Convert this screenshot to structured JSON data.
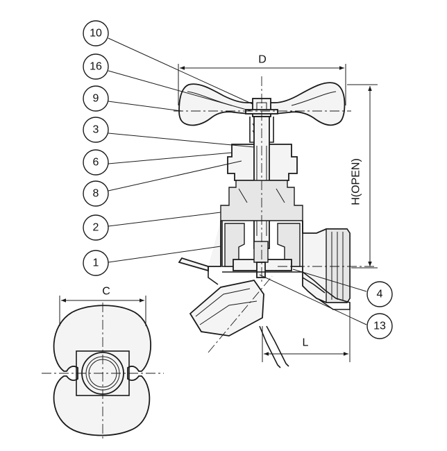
{
  "dimensions": {
    "width_label": "D",
    "height_label": "H(OPEN)",
    "length_label": "L",
    "end_view_label": "C"
  },
  "callouts": [
    "10",
    "16",
    "9",
    "3",
    "6",
    "8",
    "2",
    "1",
    "4",
    "13"
  ]
}
